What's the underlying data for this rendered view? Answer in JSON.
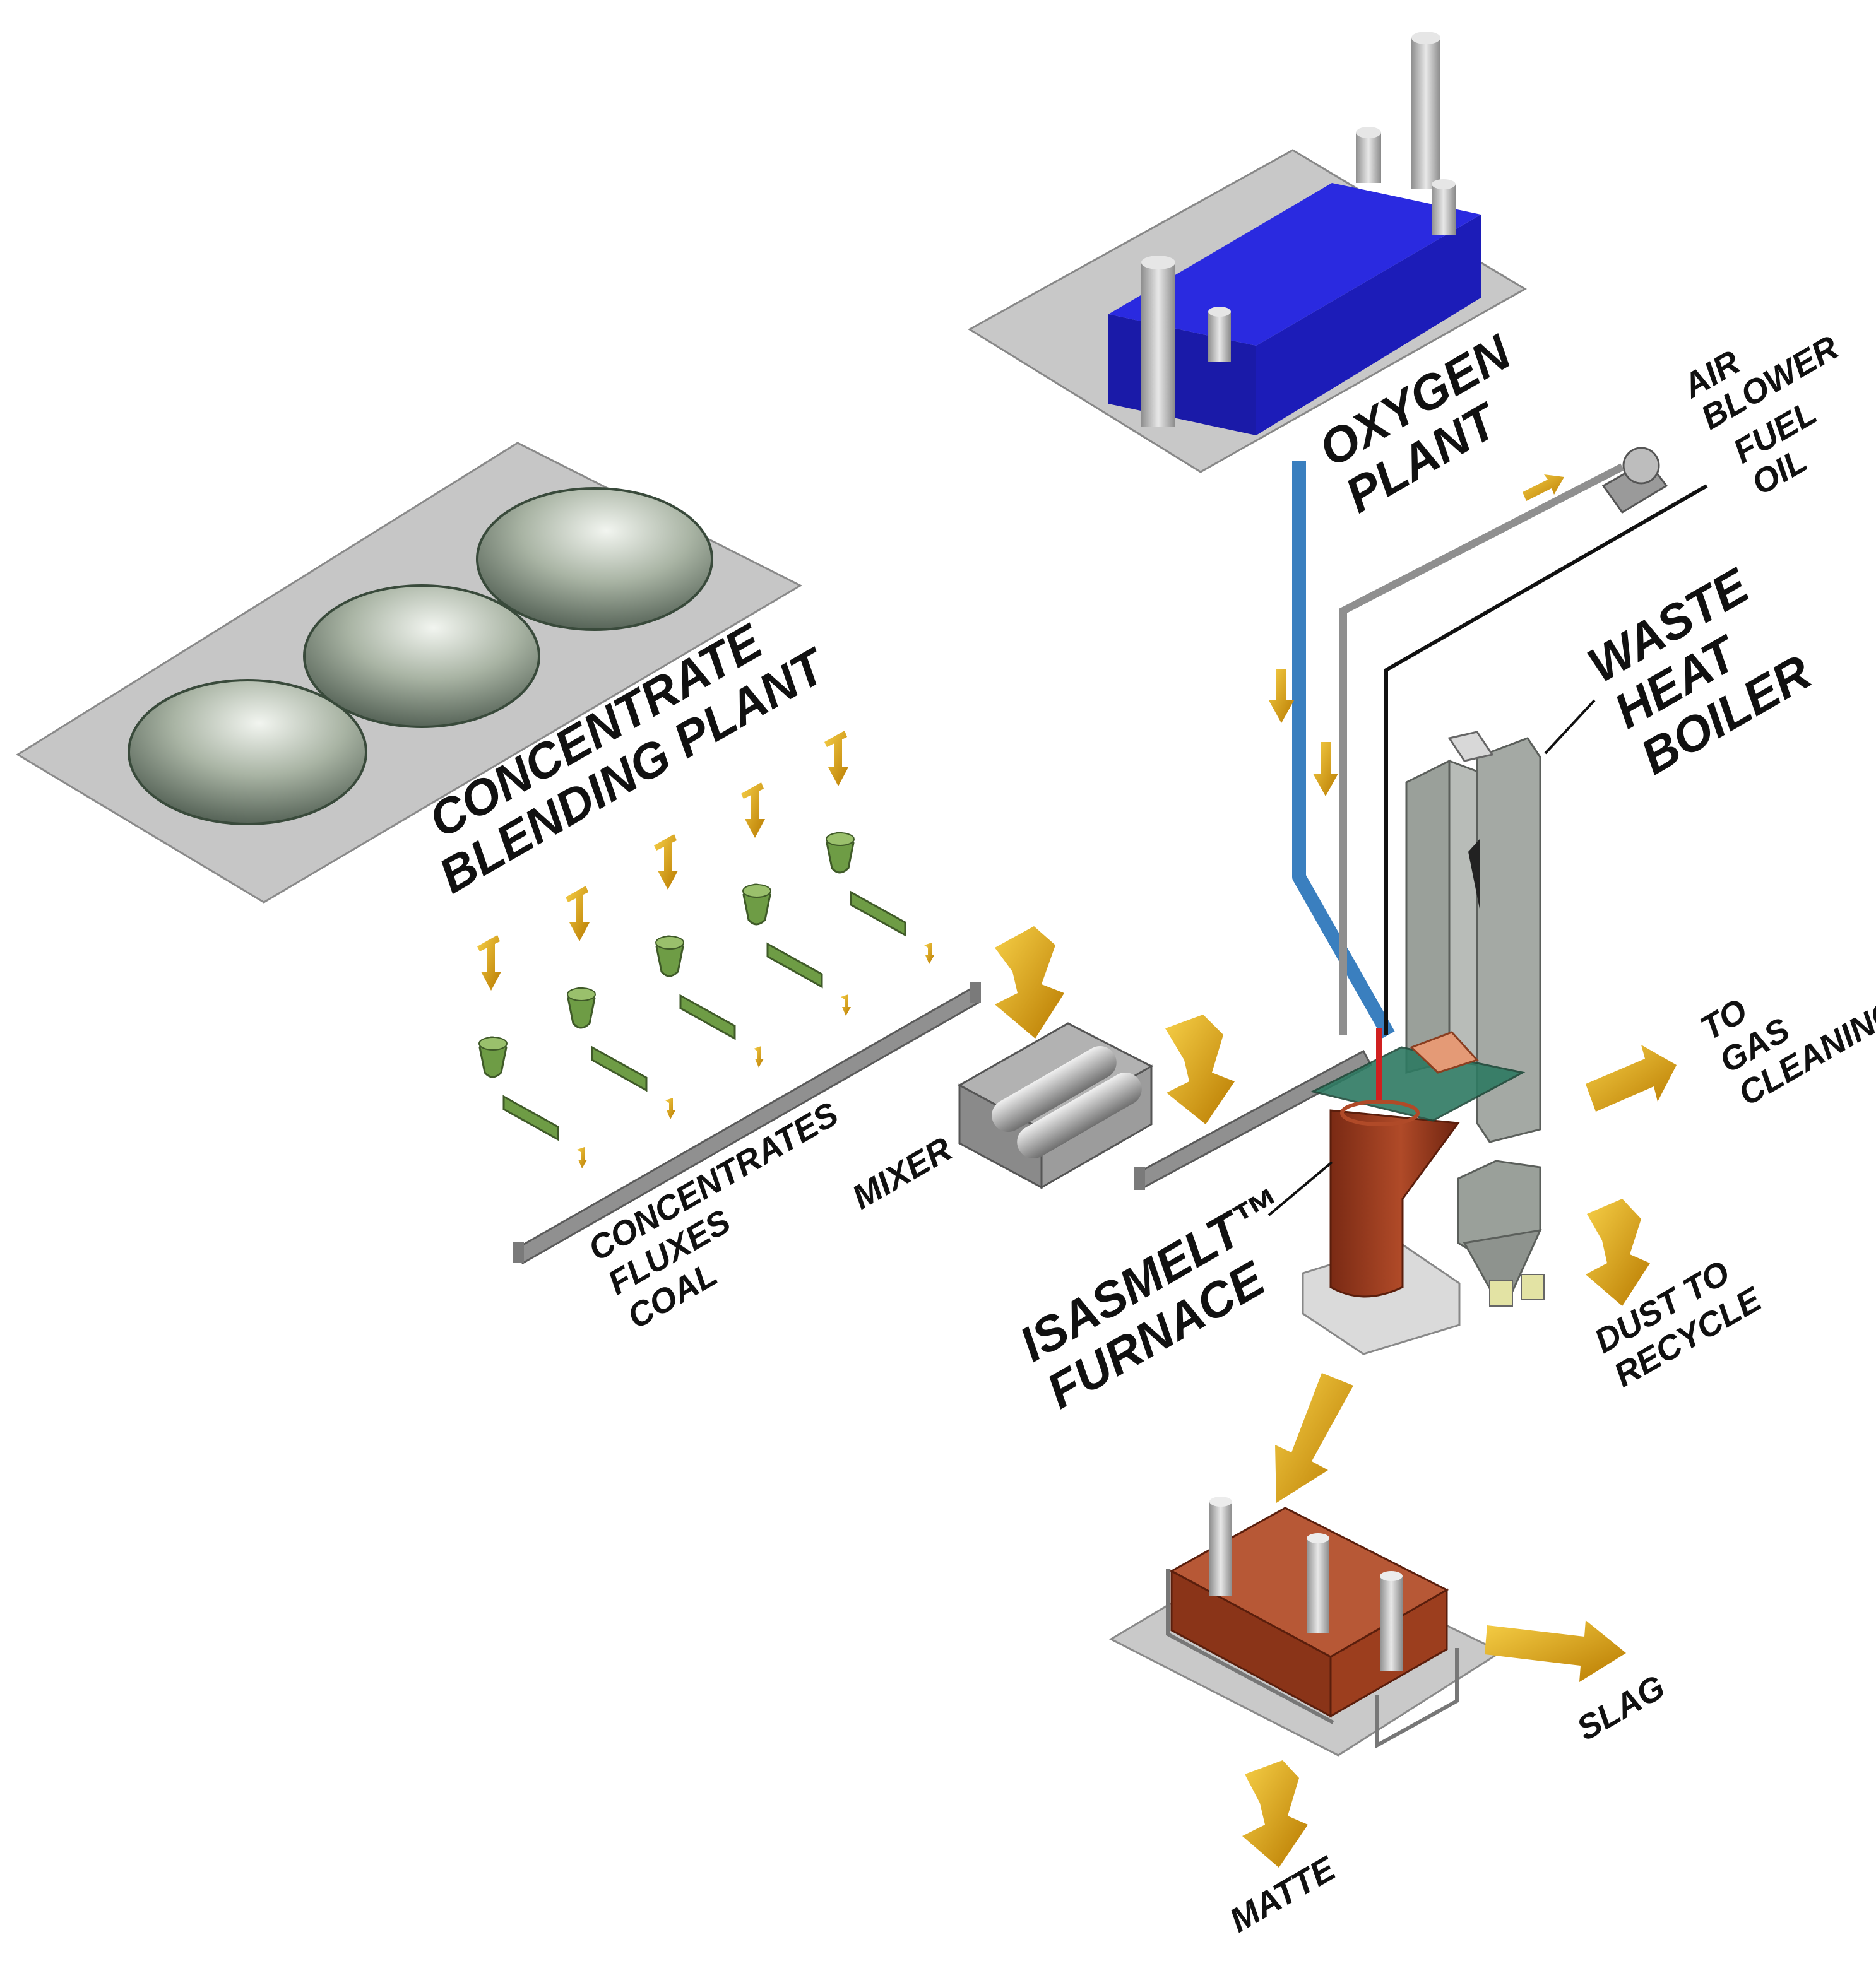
{
  "labels": {
    "oxygen_plant": [
      "OXYGEN",
      "PLANT"
    ],
    "air_blower": [
      "AIR",
      "BLOWER"
    ],
    "fuel_oil": [
      "FUEL",
      "OIL"
    ],
    "concentrate_blending_plant": [
      "CONCENTRATE",
      "BLENDING PLANT"
    ],
    "waste_heat_boiler": [
      "WASTE",
      "HEAT",
      "BOILER"
    ],
    "to_gas_cleaning": [
      "TO",
      "GAS",
      "CLEANING"
    ],
    "mixer": "MIXER",
    "conveyor_materials": [
      "CONCENTRATES",
      "FLUXES",
      "COAL"
    ],
    "isasmelt_furnace": [
      "ISASMELT™",
      "FURNACE"
    ],
    "dust_to_recycle": [
      "DUST TO",
      "RECYCLE"
    ],
    "slag": "SLAG",
    "matte": "MATTE"
  },
  "colors": {
    "platform": "#c6c6c6",
    "oxygen_plant_body": "#2222cc",
    "oxygen_pipe": "#3a7fbf",
    "stack": "#bdbdbd",
    "boiler": "#a9ada9",
    "furnace": "#9a3a1e",
    "settling_furnace": "#a24a2c",
    "feeder": "#6e9c45",
    "flow_arrow": "#e6a50a",
    "cone": "#8e9c8a",
    "conveyor": "#8c8c8c"
  }
}
